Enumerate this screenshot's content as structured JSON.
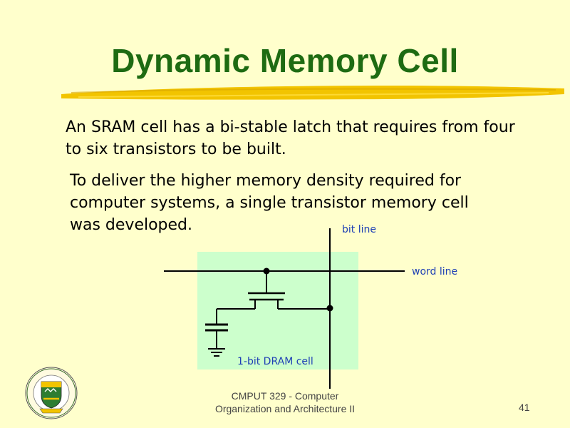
{
  "slide": {
    "title": "Dynamic Memory Cell",
    "paragraphs": [
      "An SRAM cell has a bi-stable latch that requires from four to six transistors to be built.",
      "To deliver the higher memory density required for computer systems, a single transistor memory cell was developed."
    ]
  },
  "diagram": {
    "bit_line_label": "bit line",
    "word_line_label": "word line",
    "cell_label": "1-bit DRAM cell",
    "colors": {
      "cell_fill": "#ccffcc",
      "wire": "#000000",
      "label": "#1d3fb5"
    }
  },
  "footer": {
    "line1": "CMPUT 329 - Computer",
    "line2": "Organization and Architecture II",
    "page_number": "41"
  },
  "theme": {
    "background": "#ffffcc",
    "title_color": "#1e6b12",
    "brush_color": "#f2c400"
  }
}
